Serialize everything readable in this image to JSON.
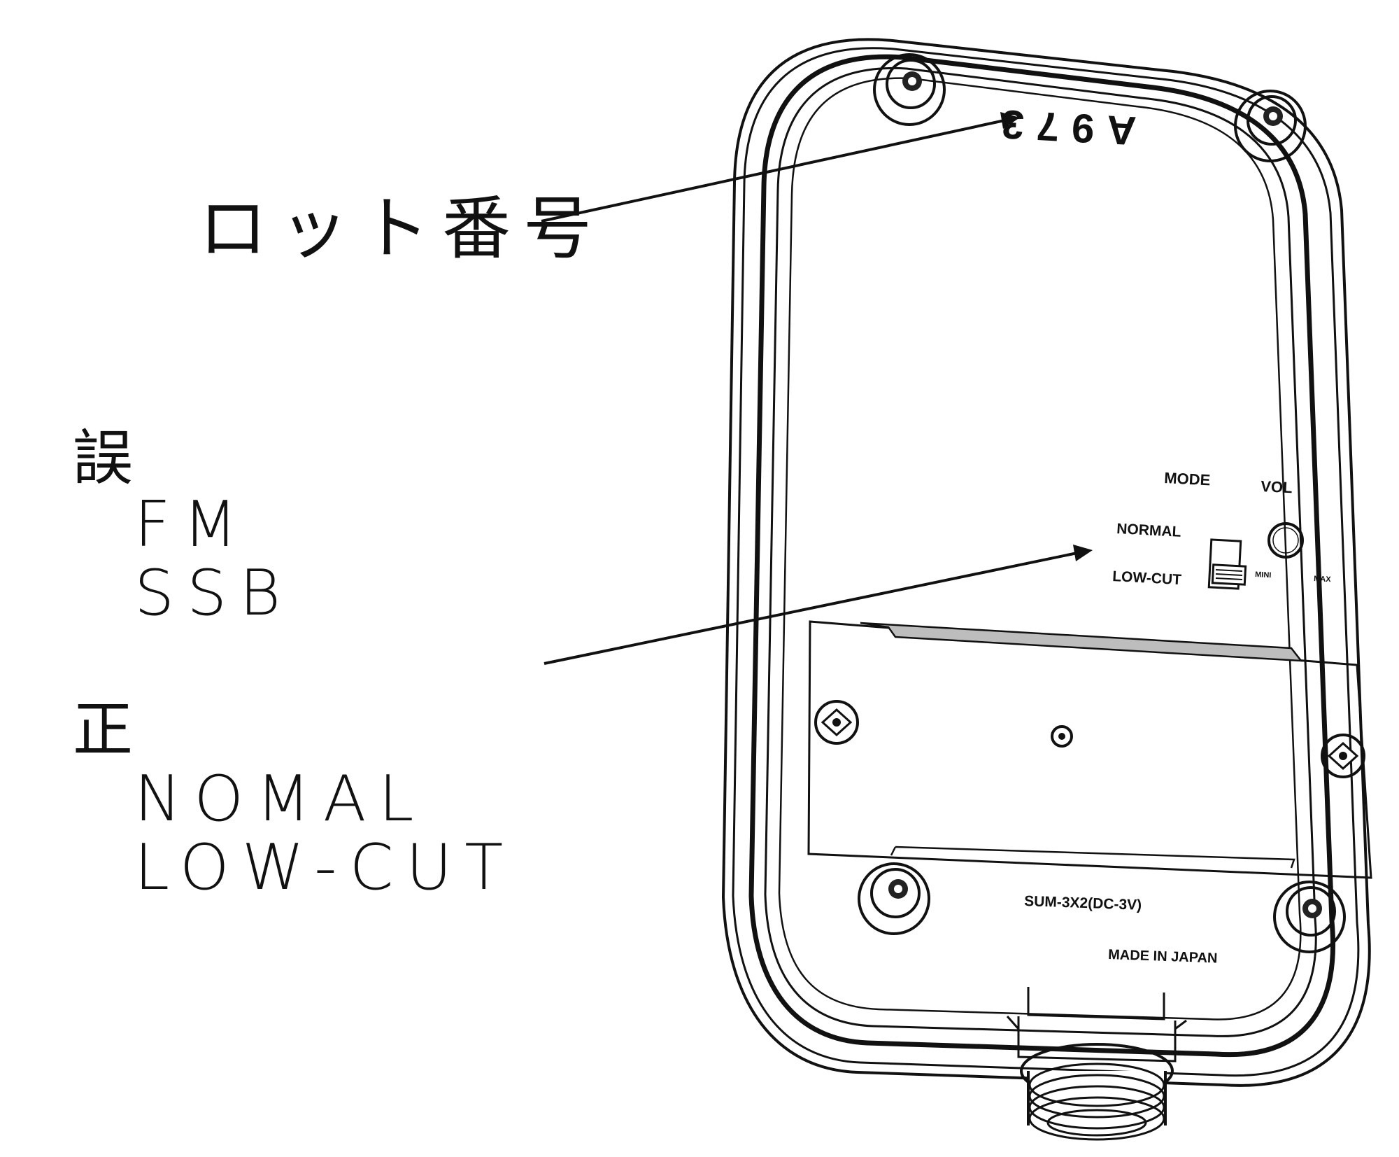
{
  "labels": {
    "lot_number": "ロット番号",
    "wrong_mark": "誤",
    "wrong_items": [
      "FM",
      "SSB"
    ],
    "correct_mark": "正",
    "correct_items": [
      "NOMAL",
      "LOW-CUT"
    ]
  },
  "device": {
    "lot_code": "A973",
    "mode_label": "MODE",
    "vol_label": "VOL",
    "normal_label": "NORMAL",
    "lowcut_label": "LOW-CUT",
    "mini_label": "MINI",
    "max_label": "MAX",
    "battery_label": "SUM-3X2(DC-3V)",
    "made_in_label": "MADE IN JAPAN"
  }
}
